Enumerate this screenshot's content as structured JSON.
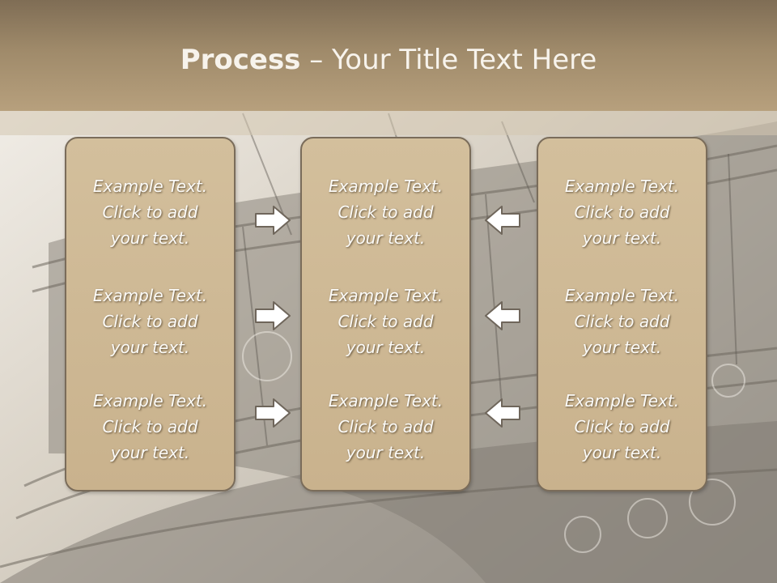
{
  "slide": {
    "title_bold": "Process",
    "title_rest": " – Your Title Text Here"
  },
  "columns": [
    {
      "items": [
        {
          "line1": "Example Text.",
          "line2": "Click  to add",
          "line3": "your text."
        },
        {
          "line1": "Example Text.",
          "line2": "Click  to add",
          "line3": "your text."
        },
        {
          "line1": "Example Text.",
          "line2": "Click  to add",
          "line3": "your text."
        }
      ]
    },
    {
      "items": [
        {
          "line1": "Example Text.",
          "line2": "Click  to add",
          "line3": "your text."
        },
        {
          "line1": "Example Text.",
          "line2": "Click  to add",
          "line3": "your text."
        },
        {
          "line1": "Example Text.",
          "line2": "Click  to add",
          "line3": "your text."
        }
      ]
    },
    {
      "items": [
        {
          "line1": "Example Text.",
          "line2": "Click  to add",
          "line3": "your text."
        },
        {
          "line1": "Example Text.",
          "line2": "Click  to add",
          "line3": "your text."
        },
        {
          "line1": "Example Text.",
          "line2": "Click  to add",
          "line3": "your text."
        }
      ]
    }
  ],
  "arrows": {
    "left_group_direction": "right",
    "right_group_direction": "left",
    "left_group_icon": "arrow-right-icon",
    "right_group_icon": "arrow-left-icon"
  },
  "colors": {
    "title_bar": "#9f8a6a",
    "box_fill": "#cdb792",
    "box_border": "#7a6c5a",
    "text": "#fbfaf7",
    "arrow_fill": "#ffffff",
    "arrow_stroke": "#6f665b"
  }
}
